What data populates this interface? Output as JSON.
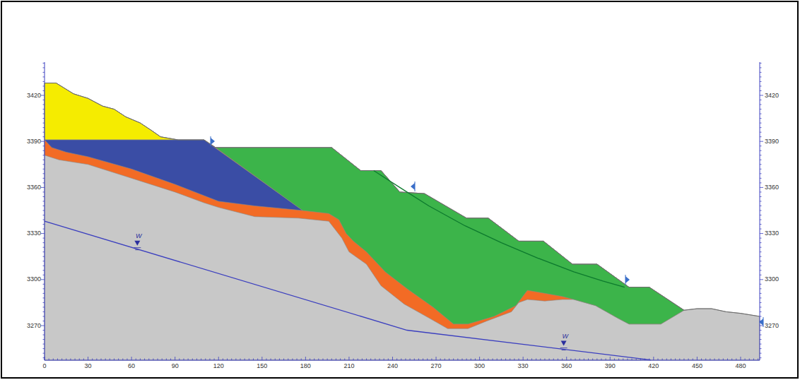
{
  "diagram": {
    "labels": [
      "3420",
      "3390",
      "3360",
      "3330",
      "3300",
      "3270",
      "3420",
      "3390",
      "3360",
      "3330",
      "3300",
      "3270",
      "0",
      "30",
      "60",
      "90",
      "120",
      "150",
      "180",
      "210",
      "240",
      "270",
      "300",
      "330",
      "360",
      "390",
      "420",
      "450",
      "480",
      "W",
      "W"
    ]
  }
}
